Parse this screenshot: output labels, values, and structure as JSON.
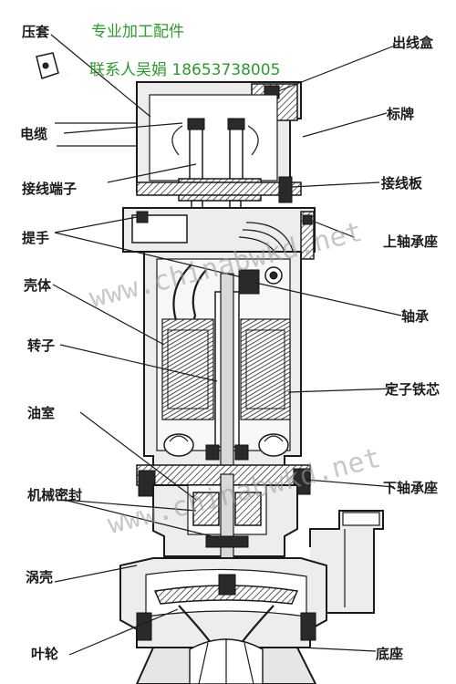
{
  "promo": {
    "line1": "专业加工配件",
    "line2": "联系人吴娟 18653738005"
  },
  "watermarks": {
    "upper": "www.chinabwkd.net",
    "lower": "www.chinabwkd.net"
  },
  "labels": {
    "left": {
      "pressing_sleeve": "压套",
      "cable": "电缆",
      "terminal": "接线端子",
      "handle": "提手",
      "housing": "壳体",
      "rotor": "转子",
      "oil_chamber": "油室",
      "mechanical_seal": "机械密封",
      "volute": "涡壳",
      "impeller": "叶轮"
    },
    "right": {
      "junction_box": "出线盒",
      "nameplate": "标牌",
      "terminal_board": "接线板",
      "upper_bearing_seat": "上轴承座",
      "bearing": "轴承",
      "stator_core": "定子铁芯",
      "lower_bearing_seat": "下轴承座",
      "base": "底座"
    }
  },
  "colors": {
    "promo_text": "#2c9a2c",
    "line": "#1a1a1a",
    "watermark": "#9a9a9a"
  }
}
